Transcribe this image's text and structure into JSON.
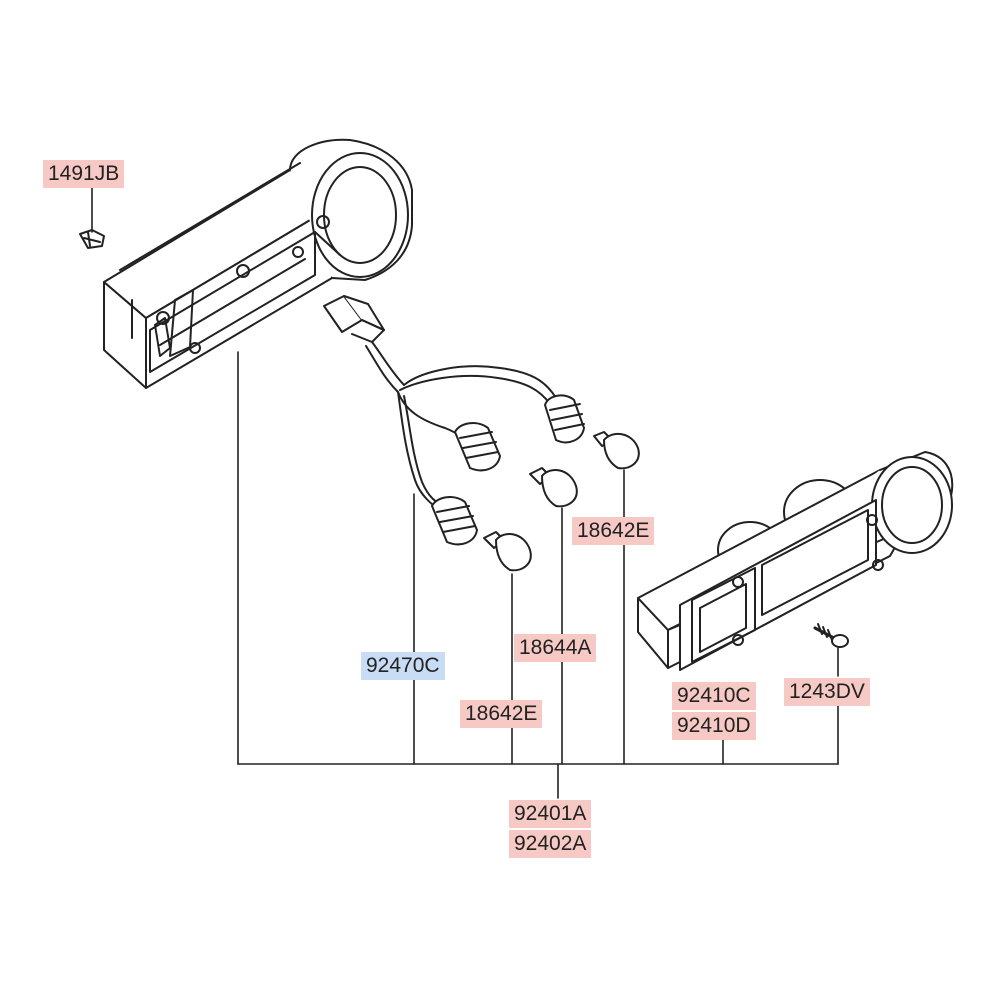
{
  "colors": {
    "label_red": "#f6c9c5",
    "label_blue": "#c9dcf5",
    "line": "#222222"
  },
  "labels": {
    "p1491JB": "1491JB",
    "p92470C": "92470C",
    "p18642E_top": "18642E",
    "p18644A": "18644A",
    "p18642E_bottom": "18642E",
    "p92410C": "92410C",
    "p92410D": "92410D",
    "p1243DV": "1243DV",
    "p92401A": "92401A",
    "p92402A": "92402A"
  }
}
